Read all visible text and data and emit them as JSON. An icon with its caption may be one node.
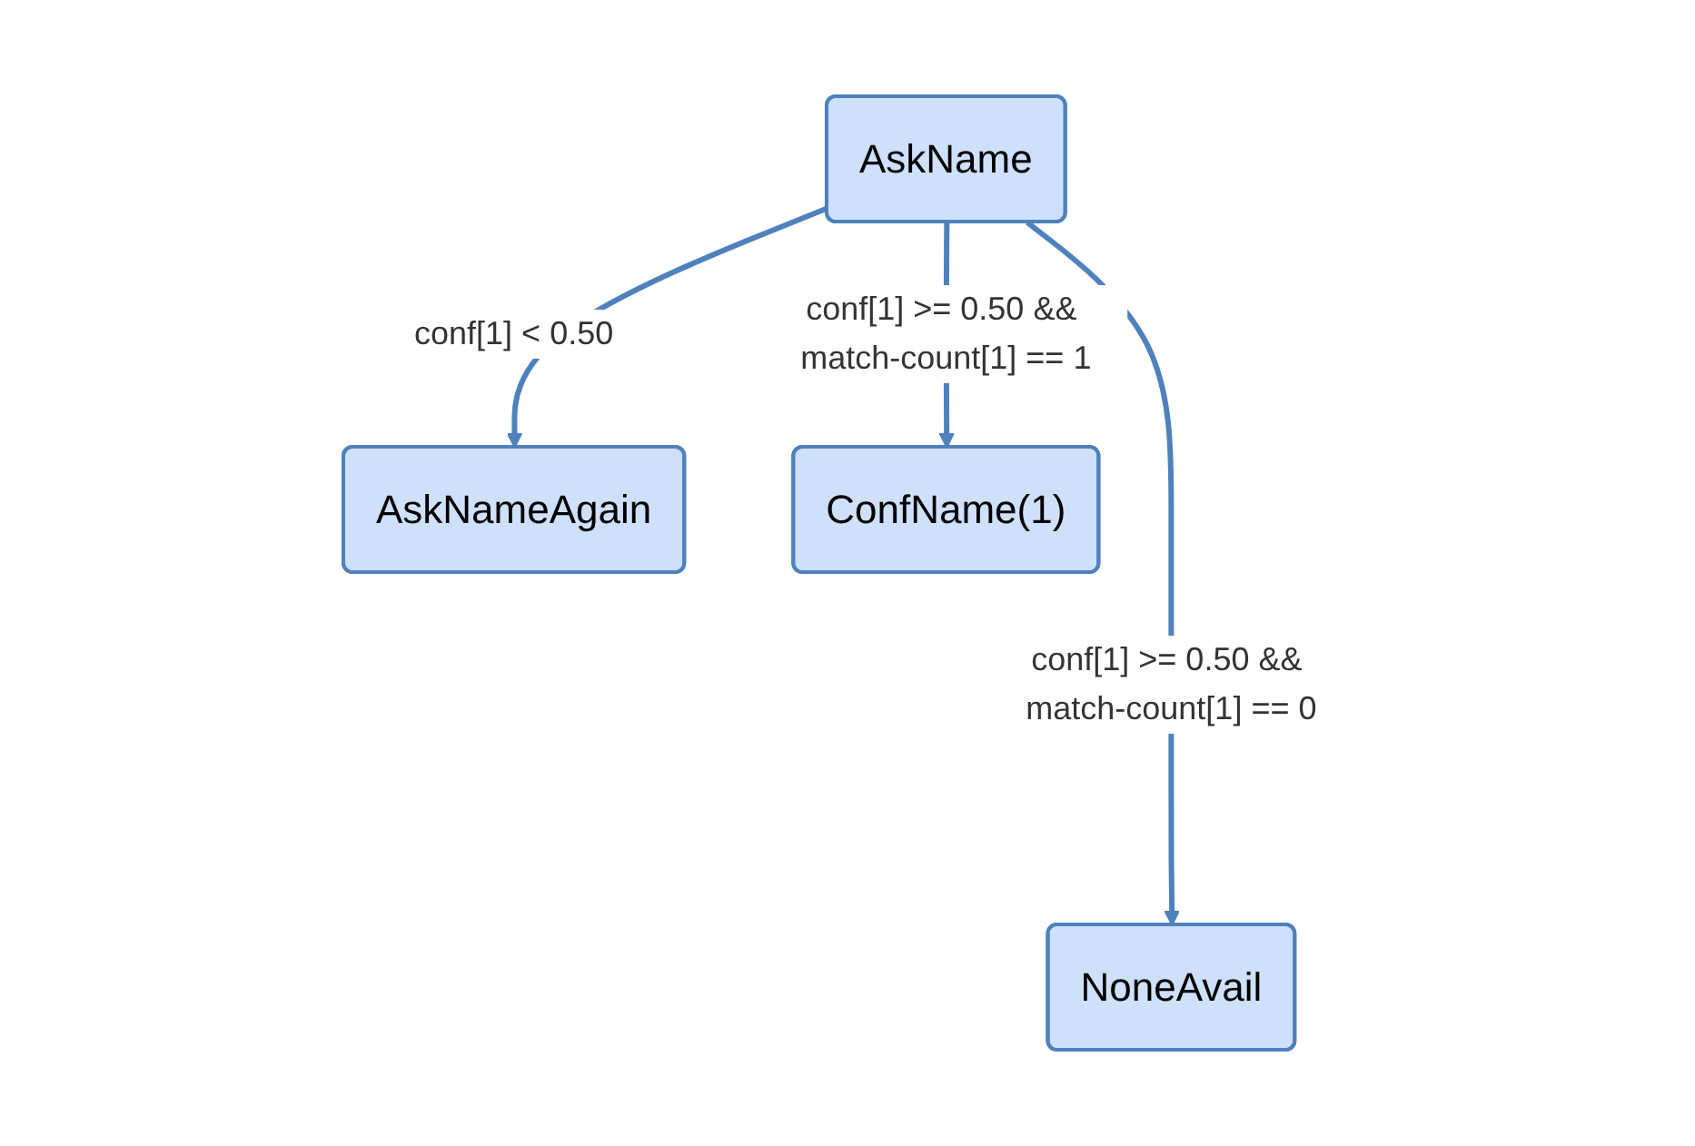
{
  "diagram": {
    "nodes": [
      {
        "text": [
          "AskName"
        ]
      },
      {
        "text": [
          "AskNameAgain"
        ]
      },
      {
        "text": [
          "ConfName(1)"
        ]
      },
      {
        "text": [
          "NoneAvail"
        ]
      }
    ],
    "edges": [
      {
        "from": 0,
        "to": 1,
        "arrow": "to",
        "label": "conf[1] < 0.50"
      },
      {
        "from": 0,
        "to": 2,
        "arrow": "to",
        "label": "conf[1] >= 0.50 && match-count[1] == 1"
      },
      {
        "from": 0,
        "to": 3,
        "arrow": "to",
        "label": "conf[1] >= 0.50 && match-count[1] == 0"
      }
    ]
  }
}
